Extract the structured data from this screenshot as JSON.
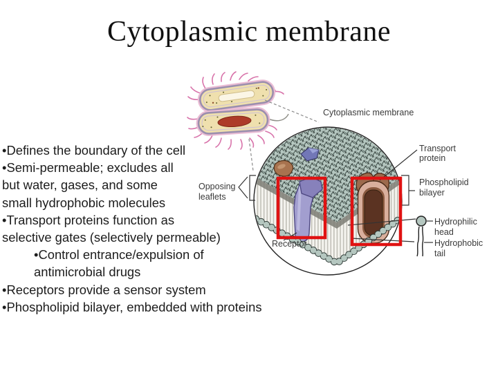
{
  "title": "Cytoplasmic membrane",
  "bullets": {
    "lines": [
      {
        "text": "•Defines the boundary of the cell"
      },
      {
        "text": "•Semi-permeable; excludes all"
      },
      {
        "text": "but water, gases, and some"
      },
      {
        "text": "small hydrophobic molecules"
      },
      {
        "text": "•Transport proteins function as"
      },
      {
        "text": "selective gates (selectively permeable)"
      },
      {
        "text": "•Control entrance/expulsion of"
      },
      {
        "text": "antimicrobial drugs"
      },
      {
        "text": "•Receptors provide a sensor system"
      },
      {
        "text": "•Phospholipid bilayer, embedded with proteins"
      }
    ]
  },
  "diagram": {
    "labels": {
      "cytoplasmic_membrane": "Cytoplasmic membrane",
      "transport": [
        "Transport",
        "protein"
      ],
      "phospholipid": [
        "Phospholipid",
        "bilayer"
      ],
      "hydrophilic": [
        "Hydrophilic",
        "head"
      ],
      "hydrophobic": [
        "Hydrophobic",
        "tail"
      ],
      "opposing": [
        "Opposing",
        "leaflets"
      ],
      "receptor": "Receptor"
    },
    "colors": {
      "highlight_box": "#e01212",
      "membrane_head": "#b5c7c0",
      "receptor_protein": "#a29ecf",
      "transport_outer": "#d9af9d",
      "transport_inner": "#5b3322",
      "nucleoid": "#ad3b28"
    }
  }
}
